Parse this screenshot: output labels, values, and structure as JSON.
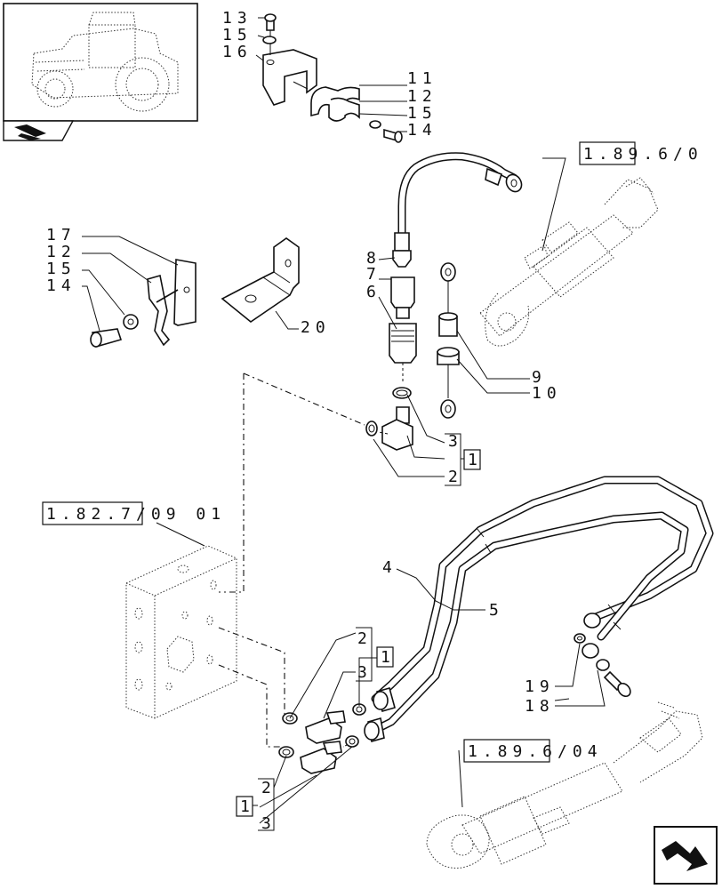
{
  "labels": {
    "ref_top_right": "1.89.6/0",
    "ref_left": "1.82.7/09 01",
    "ref_bottom_right": "1.89.6/04",
    "n1": "1",
    "n2": "2",
    "n3": "3",
    "n4": "4",
    "n5": "5",
    "n6": "6",
    "n7": "7",
    "n8": "8",
    "n9": "9",
    "n10": "10",
    "n11": "11",
    "n12": "12",
    "n13": "13",
    "n14": "14",
    "n15": "15",
    "n16": "16",
    "n17": "17",
    "n18": "18",
    "n19": "19",
    "n20": "20"
  },
  "icons": {
    "thumbnail": "tractor-thumbnail-icon",
    "nav": "next-page-arrow-icon",
    "section": "section-book-icon"
  }
}
